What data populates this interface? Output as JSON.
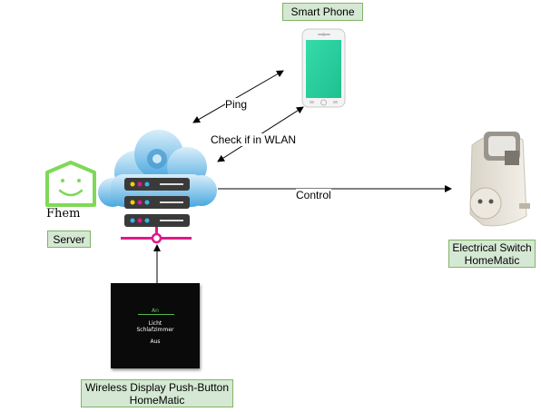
{
  "nodes": {
    "smartphone": {
      "label": "Smart Phone"
    },
    "server": {
      "label": "Server",
      "logo_text": "Fhem"
    },
    "switch": {
      "label_line1": "Electrical Switch",
      "label_line2": "HomeMatic"
    },
    "pushbutton": {
      "label_line1": "Wireless Display Push-Button",
      "label_line2": "HomeMatic",
      "display": {
        "line1": "An",
        "line2": "Licht",
        "line3": "Schlafzimmer",
        "line4": "Aus"
      }
    }
  },
  "edges": {
    "ping": "Ping",
    "check_wlan": "Check if in WLAN",
    "control": "Control"
  },
  "colors": {
    "label_fill": "#d5e8d4",
    "label_stroke": "#82b366",
    "cloud_light": "#cfe8f7",
    "cloud_mid": "#5fb4e3",
    "server_dark": "#3a3a3a",
    "network_magenta": "#e0198a",
    "phone_screen": "#2fd3a0",
    "house_green": "#7ed957"
  }
}
